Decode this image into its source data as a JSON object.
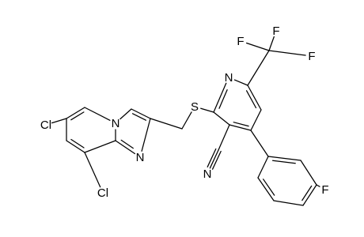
{
  "molecule": {
    "atom_labels": {
      "cl1": "Cl",
      "cl2": "Cl",
      "n_bridge": "N",
      "n_imid": "N",
      "s": "S",
      "n_pyr": "N",
      "cn_n": "N",
      "f1": "F",
      "f2": "F",
      "f3": "F",
      "f_aryl": "F"
    }
  }
}
